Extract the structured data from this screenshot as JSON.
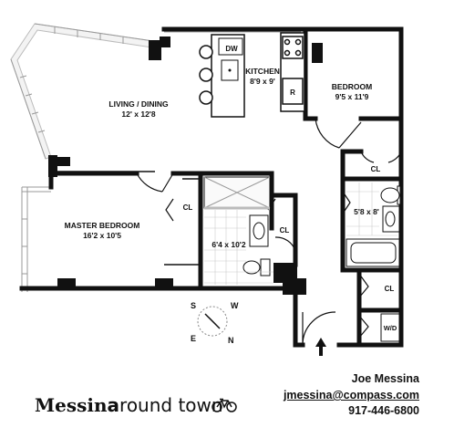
{
  "rooms": {
    "living": {
      "name": "LIVING / DINING",
      "dims": "12' x 12'8"
    },
    "kitchen": {
      "name": "KITCHEN",
      "dims": "8'9 x 9'"
    },
    "bedroom": {
      "name": "BEDROOM",
      "dims": "9'5 x 11'9"
    },
    "master": {
      "name": "MASTER BEDROOM",
      "dims": "16'2 x 10'5"
    },
    "bath_master": {
      "dims": "6'4 x 10'2"
    },
    "bath_second": {
      "dims": "5'8 x 8'"
    }
  },
  "fixtures": {
    "dishwasher": "DW",
    "refrigerator": "R",
    "washer_dryer": "W/D",
    "closet": "CL"
  },
  "compass": {
    "n": "N",
    "s": "S",
    "e": "E",
    "w": "W"
  },
  "contact": {
    "name": "Joe Messina",
    "email": "jmessina@compass.com",
    "phone": "917-446-6800"
  },
  "brand": {
    "part1": "Messin",
    "part2": "a",
    "part3": "round town",
    "icon": "bicycle-icon"
  },
  "colors": {
    "wall": "#111111",
    "glass": "#cfcfcf",
    "tile": "#cccccc"
  }
}
